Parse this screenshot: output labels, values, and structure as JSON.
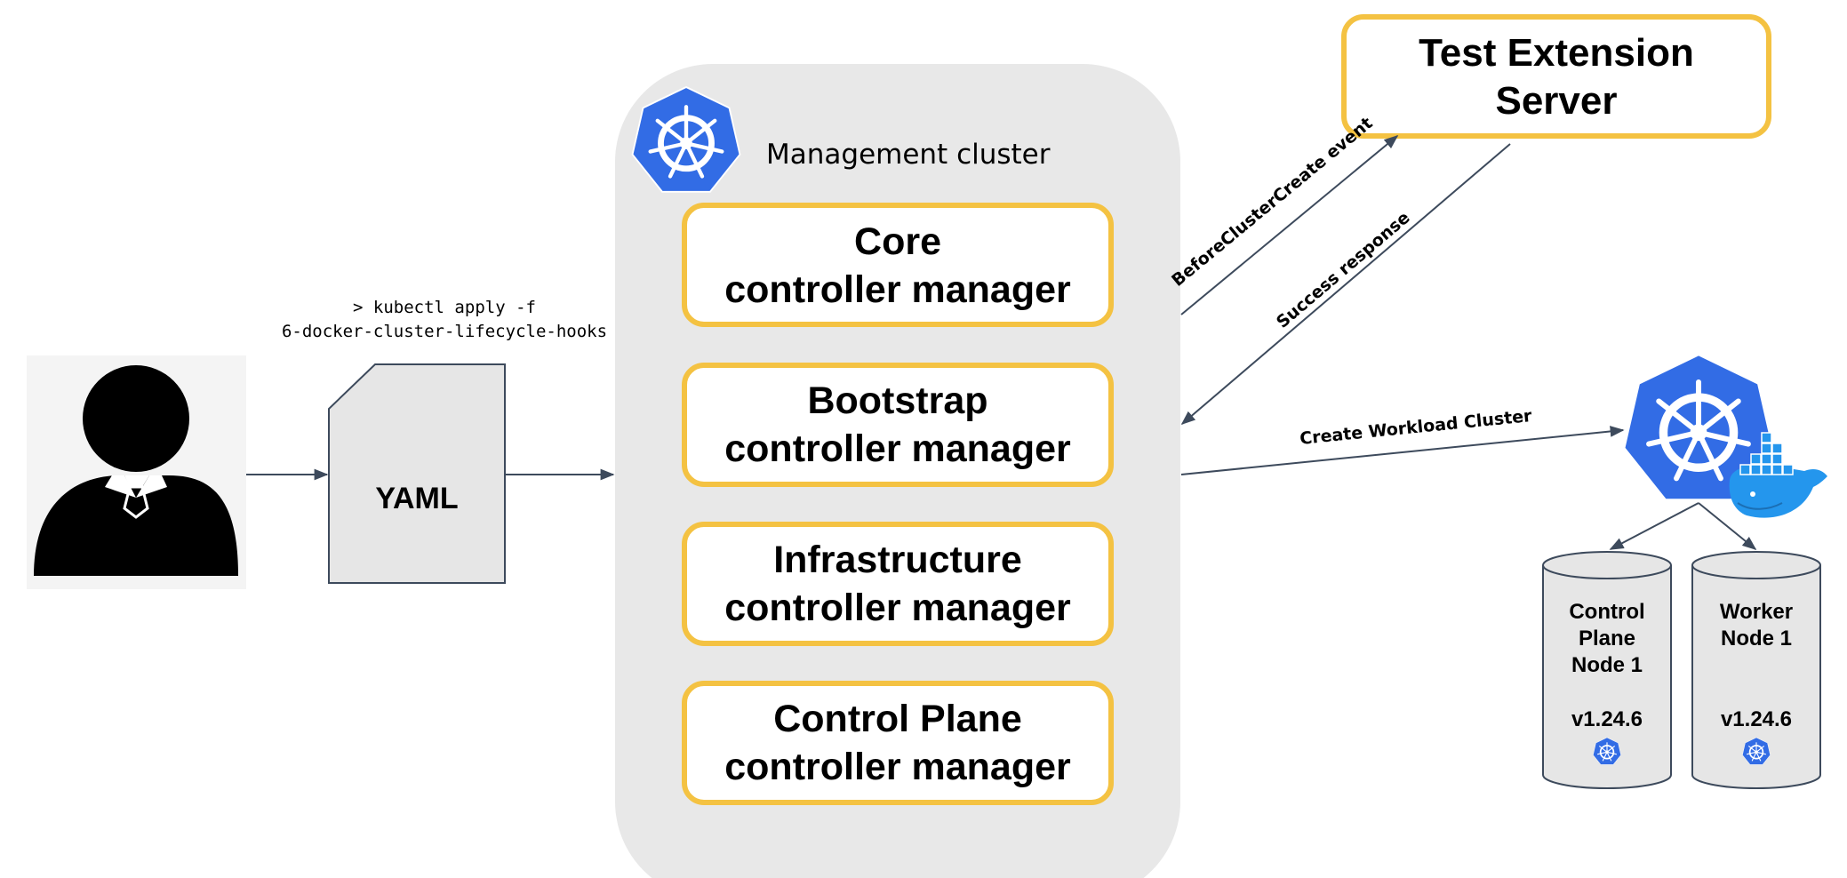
{
  "command": {
    "line1": "> kubectl apply -f",
    "line2": "6-docker-cluster-lifecycle-hooks"
  },
  "yaml_label": "YAML",
  "management_cluster": {
    "title": "Management cluster",
    "controllers": [
      {
        "line1": "Core",
        "line2": "controller manager"
      },
      {
        "line1": "Bootstrap",
        "line2": "controller manager"
      },
      {
        "line1": "Infrastructure",
        "line2": "controller manager"
      },
      {
        "line1": "Control Plane",
        "line2": "controller manager"
      }
    ]
  },
  "test_extension": {
    "line1": "Test Extension",
    "line2": "Server"
  },
  "edges": {
    "before_create": "BeforeClusterCreate event",
    "success": "Success response",
    "create_workload": "Create Workload Cluster"
  },
  "nodes": [
    {
      "lines": [
        "Control",
        "Plane",
        "Node 1"
      ],
      "version": "v1.24.6"
    },
    {
      "lines": [
        "Worker",
        "Node 1"
      ],
      "version": "v1.24.6"
    }
  ],
  "colors": {
    "accent_border": "#F4C242",
    "cluster_bg": "#E8E8E8",
    "k8s_blue": "#326CE5",
    "docker_blue": "#2496ED",
    "arrow": "#3D4A5C"
  },
  "icons": [
    "user-icon",
    "kubernetes-icon",
    "docker-icon",
    "document-icon"
  ]
}
